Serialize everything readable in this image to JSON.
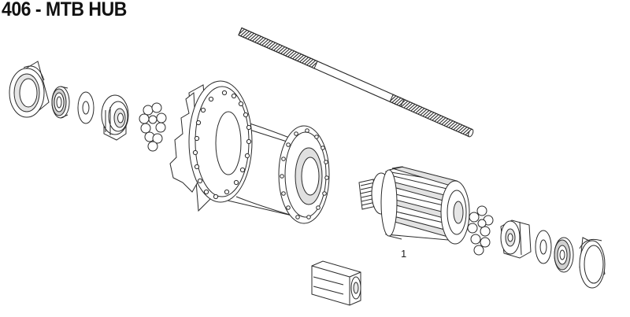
{
  "title": "406 - MTB HUB",
  "callout_label": "1",
  "colors": {
    "stroke": "#2a2a2a",
    "fill": "#ffffff",
    "shade": "#d9d9d9",
    "dark": "#555555"
  },
  "parts": [
    {
      "name": "end-cap-left",
      "icon": "end-cap-icon"
    },
    {
      "name": "bearing-left",
      "icon": "bearing-icon"
    },
    {
      "name": "washer-left",
      "icon": "washer-icon"
    },
    {
      "name": "cone-nut-left",
      "icon": "cone-nut-icon"
    },
    {
      "name": "ball-bearings-left",
      "icon": "ball-bearings-icon"
    },
    {
      "name": "axle",
      "icon": "threaded-axle-icon"
    },
    {
      "name": "hub-body",
      "icon": "hub-shell-icon"
    },
    {
      "name": "freehub-body",
      "icon": "freehub-icon"
    },
    {
      "name": "ball-bearings-right",
      "icon": "ball-bearings-icon"
    },
    {
      "name": "cone-nut-right",
      "icon": "cone-nut-icon"
    },
    {
      "name": "washer-right",
      "icon": "washer-icon"
    },
    {
      "name": "bearing-right",
      "icon": "bearing-icon"
    },
    {
      "name": "end-cap-right",
      "icon": "end-cap-icon"
    },
    {
      "name": "spacer-sleeve",
      "icon": "hex-spacer-icon"
    }
  ]
}
